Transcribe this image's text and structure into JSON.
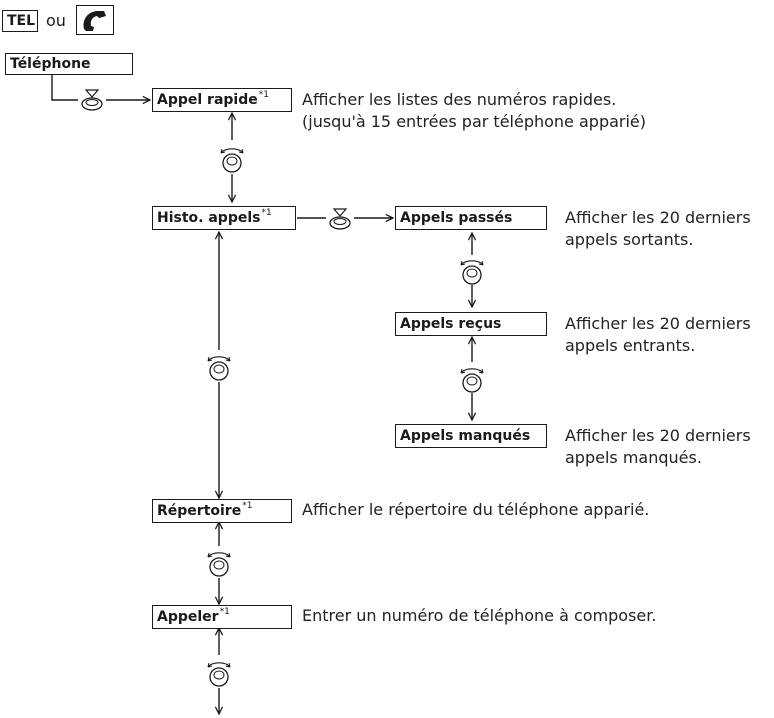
{
  "header": {
    "tel_label": "TEL",
    "or_label": "ou",
    "phone_icon": "phone-handset-icon"
  },
  "root": {
    "label": "Téléphone"
  },
  "footnote_mark": "*1",
  "menu": [
    {
      "label": "Appel rapide",
      "desc": [
        "Afficher les listes des numéros rapides.",
        "(jusqu'à 15 entrées par téléphone apparié)"
      ]
    },
    {
      "label": "Histo. appels",
      "desc": []
    },
    {
      "label": "Répertoire",
      "desc": [
        "Afficher le répertoire du téléphone apparié."
      ]
    },
    {
      "label": "Appeler",
      "desc": [
        "Entrer un numéro de téléphone à composer."
      ]
    }
  ],
  "history": [
    {
      "label": "Appels passés",
      "desc": [
        "Afficher les 20 derniers",
        "appels sortants."
      ]
    },
    {
      "label": "Appels reçus",
      "desc": [
        "Afficher les 20 derniers",
        "appels entrants."
      ]
    },
    {
      "label": "Appels manqués",
      "desc": [
        "Afficher les 20 derniers",
        "appels manqués."
      ]
    }
  ],
  "icons": {
    "select": "press-knob-icon",
    "scroll": "rotate-knob-icon"
  }
}
